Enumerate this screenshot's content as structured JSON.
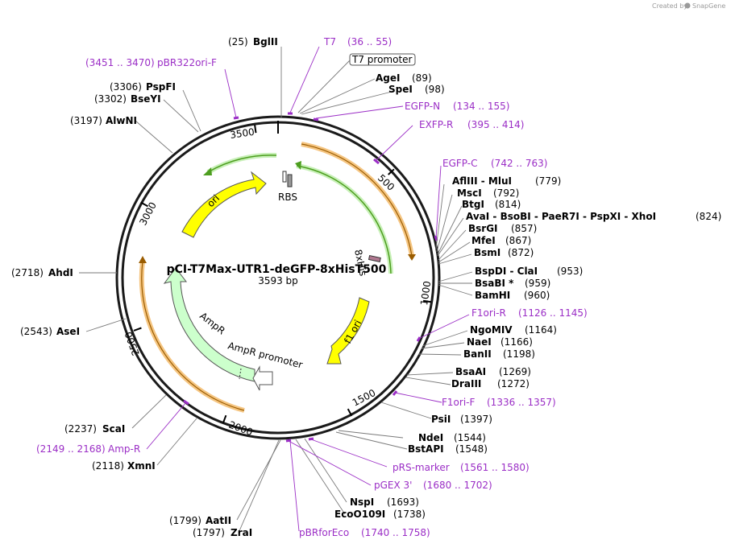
{
  "credit": {
    "prefix": "Created by",
    "brand": "SnapGene"
  },
  "plasmid": {
    "name": "pCI-T7Max-UTR1-deGFP-8xHisT500",
    "size": "3593 bp"
  },
  "ticks": [
    "500",
    "1000",
    "1500",
    "2000",
    "2500",
    "3000",
    "3500"
  ],
  "features": {
    "ori": "ori",
    "rbs": "RBS",
    "his": "8xHis",
    "f1ori": "f1 ori",
    "ampr": "AmpR",
    "ampr_promoter": "AmpR promoter",
    "t7_promoter": "T7 promoter"
  },
  "enzymes": [
    {
      "pos": "(25)",
      "name": "BglII"
    },
    {
      "pos": "(89)",
      "name": "AgeI"
    },
    {
      "pos": "(98)",
      "name": "SpeI"
    },
    {
      "pos": "(779)",
      "name": "AflIII  - MluI"
    },
    {
      "pos": "(792)",
      "name": "MscI"
    },
    {
      "pos": "(814)",
      "name": "BtgI"
    },
    {
      "pos": "(824)",
      "name": "AvaI  - BsoBI  - PaeR7I  - PspXI  - XhoI"
    },
    {
      "pos": "(857)",
      "name": "BsrGI"
    },
    {
      "pos": "(867)",
      "name": "MfeI"
    },
    {
      "pos": "(872)",
      "name": "BsmI"
    },
    {
      "pos": "(953)",
      "name": "BspDI  - ClaI"
    },
    {
      "pos": "(959)",
      "name": "BsaBI *"
    },
    {
      "pos": "(960)",
      "name": "BamHI"
    },
    {
      "pos": "(1164)",
      "name": "NgoMIV"
    },
    {
      "pos": "(1166)",
      "name": "NaeI"
    },
    {
      "pos": "(1198)",
      "name": "BanII"
    },
    {
      "pos": "(1269)",
      "name": "BsaAI"
    },
    {
      "pos": "(1272)",
      "name": "DraIII"
    },
    {
      "pos": "(1397)",
      "name": "PsiI"
    },
    {
      "pos": "(1544)",
      "name": "NdeI"
    },
    {
      "pos": "(1548)",
      "name": "BstAPI"
    },
    {
      "pos": "(1693)",
      "name": "NspI"
    },
    {
      "pos": "(1738)",
      "name": "EcoO109I"
    },
    {
      "pos": "(1799)",
      "name": "AatII"
    },
    {
      "pos": "(1797)",
      "name": "ZraI"
    },
    {
      "pos": "(2118)",
      "name": "XmnI"
    },
    {
      "pos": "(2237)",
      "name": "ScaI"
    },
    {
      "pos": "(2543)",
      "name": "AseI"
    },
    {
      "pos": "(2718)",
      "name": "AhdI"
    },
    {
      "pos": "(3197)",
      "name": "AlwNI"
    },
    {
      "pos": "(3302)",
      "name": "BseYI"
    },
    {
      "pos": "(3306)",
      "name": "PspFI"
    }
  ],
  "primers": [
    {
      "name": "T7",
      "range": "(36 .. 55)"
    },
    {
      "name": "EGFP-N",
      "range": "(134 .. 155)"
    },
    {
      "name": "EXFP-R",
      "range": "(395 .. 414)"
    },
    {
      "name": "EGFP-C",
      "range": "(742 .. 763)"
    },
    {
      "name": "F1ori-R",
      "range": "(1126 .. 1145)"
    },
    {
      "name": "F1ori-F",
      "range": "(1336 .. 1357)"
    },
    {
      "name": "pRS-marker",
      "range": "(1561 .. 1580)"
    },
    {
      "name": "pGEX 3'",
      "range": "(1680 .. 1702)"
    },
    {
      "name": "pBRforEco",
      "range": "(1740 .. 1758)"
    },
    {
      "name": "Amp-R",
      "range": "(2149 .. 2168)"
    },
    {
      "name": "pBR322ori-F",
      "range": "(3451 .. 3470)"
    }
  ],
  "colors": {
    "backbone": "#1a1a1a",
    "primer": "#9b2ec6",
    "ori": "#ffff00",
    "orange_feature": "#f2b661",
    "green_feature": "#4d9e1f",
    "ampr": "#ccffcc"
  }
}
